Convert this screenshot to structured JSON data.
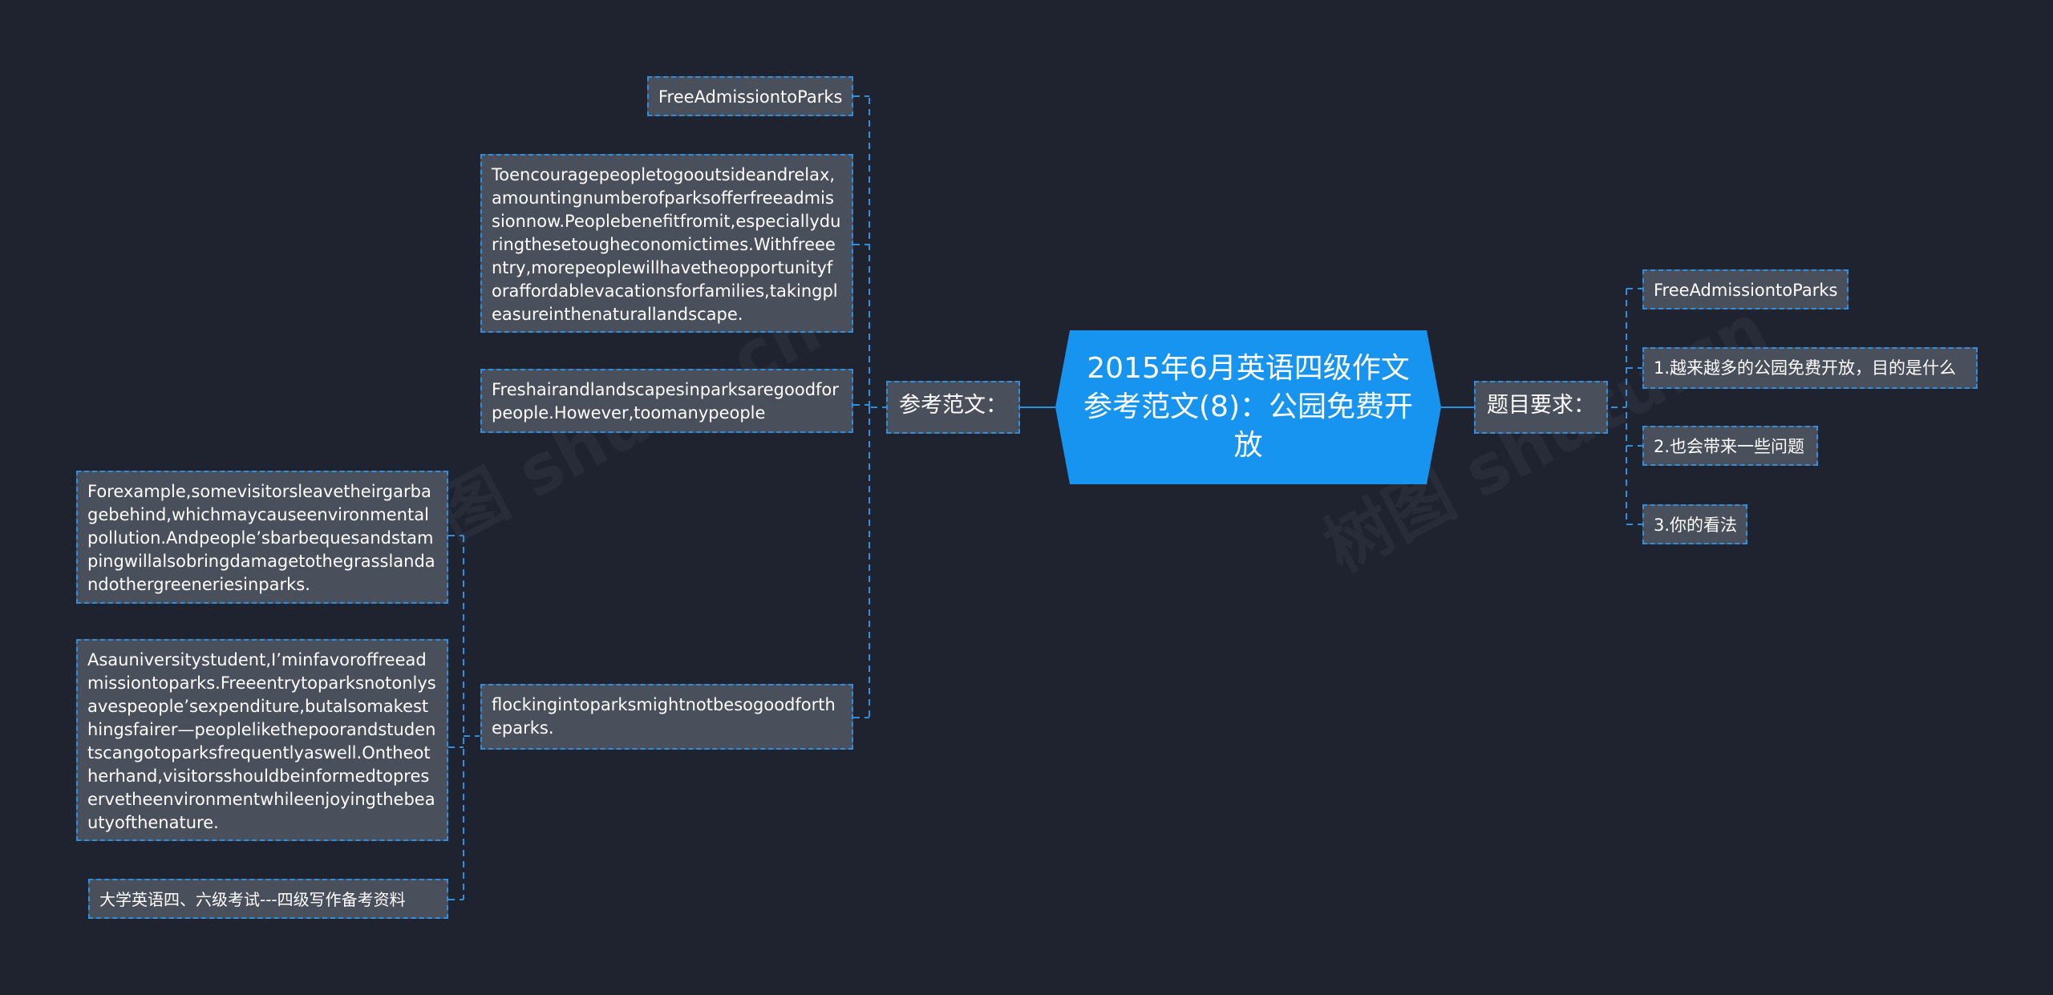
{
  "root": {
    "title": "2015年6月英语四级作文参考范文(8)：公园免费开放"
  },
  "left_branch": {
    "label": "参考范文：",
    "items": [
      "FreeAdmissiontoParks",
      "Toencouragepeopletogooutsideandrelax,amountingnumberofparksofferfreeadmissionnow.Peoplebenefitfromit,especiallyduringthesetougheconomictimes.Withfreeentry,morepeoplewillhavetheopportunityforaffordablevacationsforfamilies,takingpleasureinthenaturallandscape.",
      "Freshairandlandscapesinparksaregoodforpeople.However,toomanypeople",
      "flockingintoparksmightnotbesogoodfortheparks."
    ],
    "sub_items": [
      "Forexample,somevisitorsleavetheirgarbagebehind,whichmaycauseenvironmentalpollution.Andpeople’sbarbequesandstampingwillalsobringdamagetothegrasslandandothergreeneriesinparks.",
      "Asauniversitystudent,I’minfavoroffreeadmissiontoparks.Freeentrytoparksnotonlysavespeople’sexpenditure,butalsomakesthingsfairer—peoplelikethepoorandstudentscangotoparksfrequentlyaswell.Ontheotherhand,visitorsshouldbeinformedtopreservetheenvironmentwhileenjoyingthebeautyofthenature.",
      "大学英语四、六级考试---四级写作备考资料"
    ]
  },
  "right_branch": {
    "label": "题目要求：",
    "items": [
      "FreeAdmissiontoParks",
      "1.越来越多的公园免费开放，目的是什么",
      "2.也会带来一些问题",
      "3.你的看法"
    ]
  },
  "watermark": "树图 shutu.cn",
  "colors": {
    "background": "#1f2330",
    "root": "#1793f0",
    "node": "#4a4f5c",
    "connector": "#2e8fde"
  }
}
